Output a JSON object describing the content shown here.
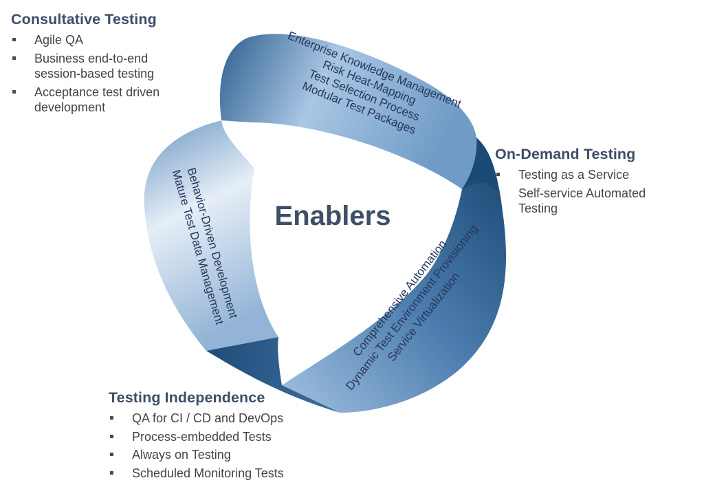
{
  "center_label": "Enablers",
  "bands": {
    "top": [
      "Enterprise Knowledge Management",
      "Risk Heat-Mapping",
      "Test Selection Process",
      "Modular Test Packages"
    ],
    "left": [
      "Behavior-Driven Development",
      "Mature Test Data Management"
    ],
    "right": [
      "Comprehensive Automation",
      "Dynamic Test Environment Provisioning",
      "Service Virtualization"
    ]
  },
  "consultative": {
    "title": "Consultative Testing",
    "items": [
      "Agile QA",
      "Business end-to-end\nsession-based testing",
      "Acceptance test driven\ndevelopment"
    ]
  },
  "on_demand": {
    "title": "On-Demand Testing",
    "items": [
      "Testing as a Service",
      "Self-service Automated\nTesting"
    ]
  },
  "independence": {
    "title": "Testing Independence",
    "items": [
      "QA for CI / CD and DevOps",
      "Process-embedded Tests",
      "Always on Testing",
      "Scheduled Monitoring Tests"
    ]
  },
  "colors": {
    "dark": "#1f4e7a",
    "mid": "#7fa7d0",
    "light": "#dbe7f3",
    "heading": "#3d4e68"
  }
}
